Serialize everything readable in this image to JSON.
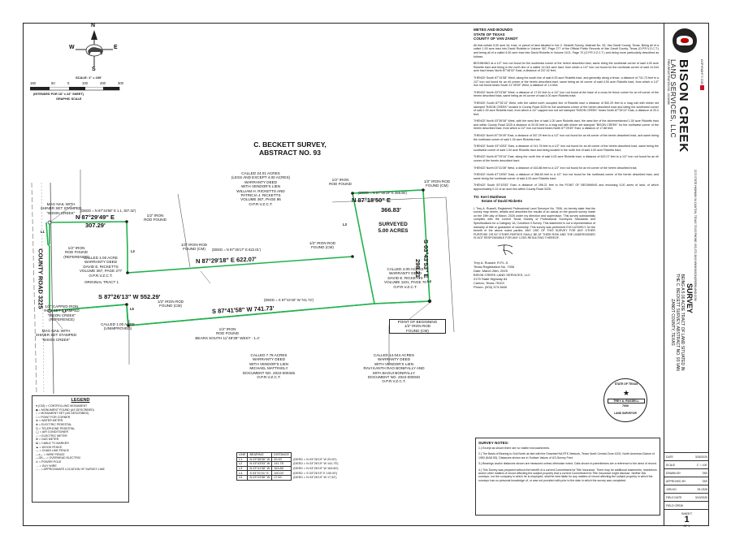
{
  "north_arrow": {
    "n": "N",
    "e": "E",
    "w": "W",
    "s": "S"
  },
  "scale": {
    "label": "SCALE: 1\" = 100'",
    "ticks": [
      "150",
      "50",
      "0",
      "100",
      "200",
      "300"
    ],
    "note": "(INTENDED FOR 18\" x 24\" SHEET)",
    "graphic": "GRAPHIC SCALE"
  },
  "map": {
    "survey_title": "C. BECKETT SURVEY,\nABSTRACT NO. 93",
    "road": "COUNTY ROAD 3225",
    "bearings": {
      "north_west": "N 87°29'49\" E",
      "north_west_dist": "307.29'",
      "north_east": "N 87°18'50\" E",
      "north_east_dist": "366.83'",
      "middle": "N 87°29'18\" E   622.07'",
      "south_west": "S 87°26'13\" W   552.29'",
      "south": "S 87°41'58\" W   741.73'",
      "east": "S 03°43'53\" E",
      "east_dist": "298.21'"
    },
    "tract_title": "SURVEYED\n5.00 ACRES",
    "labels": {
      "l1": "L1",
      "l2": "L2",
      "l3": "L3",
      "l4": "L4",
      "l5": "L5",
      "mag_top": "MAG NAIL WITH\nSHINER SET STAMPED\n\"BISON CREEK\"",
      "mag_bot": "MAG NAIL WITH\nSHINER SET STAMPED\n\"BISON CREEK\"",
      "rod_ref": "1/2\" IRON\nROD FOUND\n(REFERENCE)",
      "rod_ref2": "1/2\" CAPPED IRON\nROD SET STAMPED\n\"BISON CREEK\"\n(REFERENCE)",
      "called_100": "CALLED 1.00 ACRE\nWARRANTY DEED\nDAVID E. RICKETTS\nVOLUME 367, PAGE 277\nO.P.R.V.Z.C.T.",
      "original_tract": "ORIGINAL TRACT 1",
      "called_2401": "CALLED 24.01 ACRES\n(LESS AND EXCEPT 4.00 ACRES)\nWARRANTY DEED\nWITH VENDOR'S LIEN\nWILLIAM H. RICKETTS AND\nPATRICIA J. RICKETTS\nVOLUME 367, PAGE 86\nO.P.R.V.Z.C.T.",
      "called_400": "CALLED 4.00 ACRES\nWARRANTY DEED\nDAVID E. RICKETTS\nVOLUME 1101, PAGE 70\nO.P.R.V.Z.C.T.",
      "called_778": "CALLED 7.78 ACRES\nWARRANTY DEED\nWITH VENDOR'S LIEN\nMICHAEL MATTINGLY\nDOCUMENT NO. 2022-000345\nO.P.R.V.Z.C.T.",
      "called_14": "CALLED 14.044 ACRES\nWARRANTY DEED\nWITH VENDOR'S LIEN\nRAVI KANTH RAO BONIFALLY AND\nMITA BAGUI BONIFALLY\nDOCUMENT NO. 2022-000040\nO.P.R.V.Z.C.T.",
      "rod_found_a": "1/2\" IRON\nROD FOUND",
      "rod_found_b": "1/2\" IRON ROD\nFOUND (CM)",
      "rod_found_c": "1/2\" IRON\nROD FOUND",
      "rod_found_d": "1/2\" IRON ROD\nFOUND (CM)",
      "rod_found_e": "1/2\" IRON ROD\nFOUND (CM)",
      "rod_found_f": "1/2\" IRON\nROD FOUND\nBEARS SOUTH 11°49'39\" WEST - 1.4'",
      "pob": "POINT OF BEGINNING\n1/2\" IRON ROD\nFOUND (CM)",
      "rod_found_g": "1/2\" IRON ROD\nFOUND (CM)",
      "chain": "CALLED 1.00 ACRE (UNIMPROVED)",
      "deed_a": "(DEED = N 87°44'56\" E 1.1, 307.32')",
      "deed_b": "(DEED = N 87°45'19\" E 366.85')",
      "deed_c": "(DEED = N 87°45'17\" E 622.01')",
      "deed_d": "(DEED = S 87°44'40\" W 741.72')"
    }
  },
  "legend": {
    "title": "LEGEND",
    "rows": [
      "● (CM) = CONTROLLING MONUMENT",
      "◆ = MONUMENT FOUND (AS DESCRIBED)",
      "○ = MONUMENT SET (AS DESCRIBED)",
      "□ = POINT FOR CORNER",
      "⊕ = WATER METER",
      "⊗ = ELECTRIC PEDESTAL",
      "⊡ = TELEPHONE PEDESTAL",
      "◯ = AIR CONDITIONER",
      "☆ = ELECTRIC METER",
      "⊞ = GAS METER",
      "⊠ = CABLE TV MARKER",
      "▲ = WOOD FENCE",
      "— = CHAIN LINK FENCE",
      "—x— = WIRE FENCE",
      "—OE— = OVERHEAD ELECTRIC",
      "⊙ = POWER POLE",
      "← = GUY WIRE",
      "- - - = APPROXIMATE LOCATION OF SURVEY LINE"
    ]
  },
  "line_table": {
    "headers": [
      "LINE",
      "BEARING",
      "DISTANCE"
    ],
    "rows": [
      [
        "L1",
        "N 03°36'06\" W",
        "20.00'"
      ],
      [
        "L2",
        "N 03°43'53\" W",
        "141.76'"
      ],
      [
        "L3",
        "N 03°41'08\" W",
        "163.86'"
      ],
      [
        "L4",
        "S 03°21'01\" E",
        "100.00'"
      ],
      [
        "L5",
        "N 03°23'56\" W",
        "17.52'"
      ]
    ],
    "deeds": [
      "(DEED = N 03°26'19\" W 20.00')",
      "(DEED = N 03°26'19\" W 141.75')",
      "(DEED = N 03°26'19\" W 163.80')",
      "(DEED = S 03°26'19\" E 100.00')",
      "(DEED = N 03°26'19\" W 17.52')"
    ]
  },
  "metes": {
    "title_1": "METES AND BOUNDS",
    "title_2": "STATE OF TEXAS",
    "title_3": "COUNTY OF VAN ZANDT",
    "paragraphs": [
      "All that certain 5.00 acre lot, tract, or parcel of land situated in the C. Beckett Survey, Abstract No. 93, Van Zandt County, Texas. Being all of a called 1.00 acre tract into David Ricketts in Volume 367, Page 277 of the Official Public Records of Van Zandt County, Texas (O.P.R.V.Z.C.T.) and being all of a called 4.00 acre tract into David Ricketts in Volume 1101, Page 70 (O.P.R.V.Z.C.T.) and being more particularly described as follows:",
      "BEGINNING at a 1/2\" iron rod found for the southeast corner of the herein described tract, same being the southeast corner of said 4.00 acre Ricketts tract and being in the north line of a called 14.044 acre tract, from which a 1/2\" iron rod found for the northeast corner of said 14.044 acre tract bears North 87°48'02\" East, a distance of 237.02 feet;",
      "THENCE South 87°41'58\" West, along the south line of said 4.00 acre Ricketts tract, and generally along a fence, a distance of 741.73 feet to a 1/2\" iron rod found for an ell corner of the herein described tract, same being an ell corner of said 4.00 acre Ricketts tract, from which a 1/2\" iron rod found bears South 11°49'39\" West, a distance of 1.4 feet;",
      "THENCE North 03°23'56\" West, a distance of 17.52 feet to a 1/2\" iron rod found at the base of a cross tie fence corner for an ell corner of the herein described tract, same being an ell corner of said 4.00 acre Ricketts tract;",
      "THENCE South 87°26'13\" West, with the called north occupied line of Ricketts tract a distance of 552.29 feet to a mag nail with shiner set stamped \"BISON CREEK\" located in County Road 3225 for the southwest corner of the herein described tract and being the southwest corner of said 1.00 acre Ricketts tract, from which a 1/2\" capped iron rod set stamped \"BISON CREEK\" bears North 87°26'13\" East, a distance of 20.0 feet;",
      "THENCE North 03°36'06\" West, with the west line of said 1.00 acre Ricketts tract, the west line of the aforementioned 1.00 acre Ricketts tract and within County Road 3225 a distance of 20.00 feet to a mag nail with shiner set stamped \"BISON CREEK\" for the northwest corner of the herein described tract, from which a 1/2\" iron rod found bears North 87°29'49\" East, a distance of 17.88 feet;",
      "THENCE North 87°29'49\" East, a distance of 307.29 feet to a 1/2\" iron rod found for an ell corner of the herein described tract, and same being the northeast corner of said 1.00 acre Ricketts tract;",
      "THENCE South 03°43'53\" East, a distance of 141.76 feet to a 1/2\" iron rod found for an ell corner of the herein described tract, same being the southwest corner of said 1.00 acre Ricketts tract and being located in the north line of said 4.00 acre Ricketts tract;",
      "THENCE North 87°29'18\" East, along the north line of said 4.00 acre Ricketts tract, a distance of 622.07 feet to a 1/2\" iron rod found for an ell corner of the herein described tract;",
      "THENCE North 03°41'08\" West, a distance of 163.86 feet to a 1/2\" iron rod found for an ell corner of the herein described tract;",
      "THENCE North 87°18'50\" East, a distance of 366.83 feet to a 1/2\" iron rod found for the northeast corner of the herein described tract, and same being the northeast corner of said 4.00 acre Ricketts tract;",
      "THENCE South 03°43'53\" East, a distance of 298.21 feet to the POINT OF BEGINNING and enclosing 5.00 acres of land, of which approximately 0.12 of an acre lies within County Road 3225."
    ],
    "to_label": "TO: Kerri Matthews",
    "to_line2": "Estate of David Ricketts",
    "certification": "I, Trey A. Russell, Registered Professional Land Surveyor No. 7006, do hereby state that the survey map herein, details and describes the results of an actual on the ground survey made on the 19th day of March, 2025 under my direction and supervision. This survey substantially complies with the current Texas Society of Professional Surveyors Standards and Specifications for a Category 1A, Condition II Survey. This statement is not a representation of warranty of title or guarantee of ownership. This survey was performed EXCLUSIVELY for the benefit of the above noted parties. ANY USE OF THIS SURVEY FOR ANY OTHER PURPOSE OR BY OTHER PARTIES SHALL BE AT THEIR RISK AND THE UNDERSIGNED IS NOT RESPONSIBLE FOR ANY LOSS RESULTING THEREOF.",
    "signer": [
      "Trey A. Russell, R.P.L.S.",
      "Texas Registration No. 7006",
      "Date: March 26th, 2025",
      "BISON CREEK LAND SERVICES, LLC",
      "2170 State Highway 64",
      "Canton, Texas 75103",
      "Phone: (903) 373-3600"
    ],
    "seal_name": "TREY A. RUSSELL",
    "seal_no": "7006",
    "seal_top": "STATE OF TEXAS",
    "seal_bottom": "LAND SURVEYOR"
  },
  "notes": {
    "title": "SURVEY NOTES:",
    "items": [
      "1.) Except as shown there are no visible encroachments.",
      "2.) The Basis of Bearing is Grid North as tied with the Smartnet NA RTK Network, Texas North Central Zone 4202, North American Datum of 1983 (NAD 83). Distances shown are in Surface Values of US-Survey Feet.",
      "3.) Bearings and/or distances shown are measured unless otherwise noted. Calls shown in parentheses are a reference to the deed of record.",
      "4.) This Survey was prepared without the benefit of a current Commitment for Title Insurance. There may be additional easements, restrictions and/or other matters of record affecting the subject property that a current Commitment for Title Insurance might disclose. Neither this surveyor, nor the company in which he is employed, shall be held liable for any matters of record affecting the subject property in which the surveyor has no personal knowledge of, or was not provided with prior to the date in which the survey was completed."
    ]
  },
  "title_block": {
    "company_1": "BISON CREEK",
    "company_2": "LAND SERVICES, LLC",
    "company_addr": "2170 STATE HIGHWAY 64 CANTON, TEXAS 75103 PHONE: 903-373-3600 WWW.BISONCREEKLAND.COM",
    "firm": "FIRM REGISTRATION NO. 10194586",
    "copyright": "COPYRIGHT © 2025",
    "survey": "SURVEY",
    "desc": "BEING A 5.00 ACRE TRACT OF LAND SITUATED IN THE C. BECKETT SURVEY, ABSTRACT NO. 93 VAN ZANDT COUNTY, TEXAS",
    "rows": [
      [
        "DATE",
        "3/26/2025"
      ],
      [
        "SCALE",
        "1\" = 100'"
      ],
      [
        "DRAWN BY",
        "TAR"
      ],
      [
        "APPROVED BY",
        "TAR"
      ],
      [
        "JOB NO.",
        "25-0328"
      ],
      [
        "FIELD DATE",
        "3/19/2025"
      ],
      [
        "FIELD CREW",
        "-"
      ]
    ],
    "sheet_label": "SHEET",
    "sheet_no": "1",
    "sheet_of": "OF 1"
  }
}
